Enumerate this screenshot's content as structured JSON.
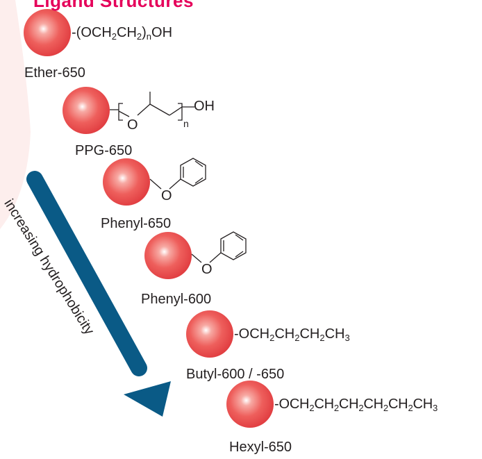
{
  "header": {
    "title": "Ligand Structures"
  },
  "arrow": {
    "label": "increasing hydrophobicity",
    "color": "#0a5a86"
  },
  "colors": {
    "bead": "#e8474a",
    "bead_highlight": "#ffffff",
    "background_blob": "#fdeeed",
    "title": "#e5005a"
  },
  "ligands": [
    {
      "id": "ether-650",
      "name": "Ether-650",
      "formula": [
        "-(OCH",
        "2",
        "CH",
        "2",
        ")",
        "n",
        "OH"
      ]
    },
    {
      "id": "ppg-650",
      "name": "PPG-650",
      "atom_o": "O",
      "atom_oh": "OH",
      "repeat_n": "n"
    },
    {
      "id": "phenyl-650",
      "name": "Phenyl-650",
      "atom_o": "O"
    },
    {
      "id": "phenyl-600",
      "name": "Phenyl-600",
      "atom_o": "O"
    },
    {
      "id": "butyl-600-650",
      "name": "Butyl-600 / -650",
      "formula": [
        "-OCH",
        "2",
        "CH",
        "2",
        "CH",
        "2",
        "CH",
        "3"
      ]
    },
    {
      "id": "hexyl-650",
      "name": "Hexyl-650",
      "formula": [
        "-OCH",
        "2",
        "CH",
        "2",
        "CH",
        "2",
        "CH",
        "2",
        "CH",
        "2",
        "CH",
        "3"
      ]
    }
  ]
}
